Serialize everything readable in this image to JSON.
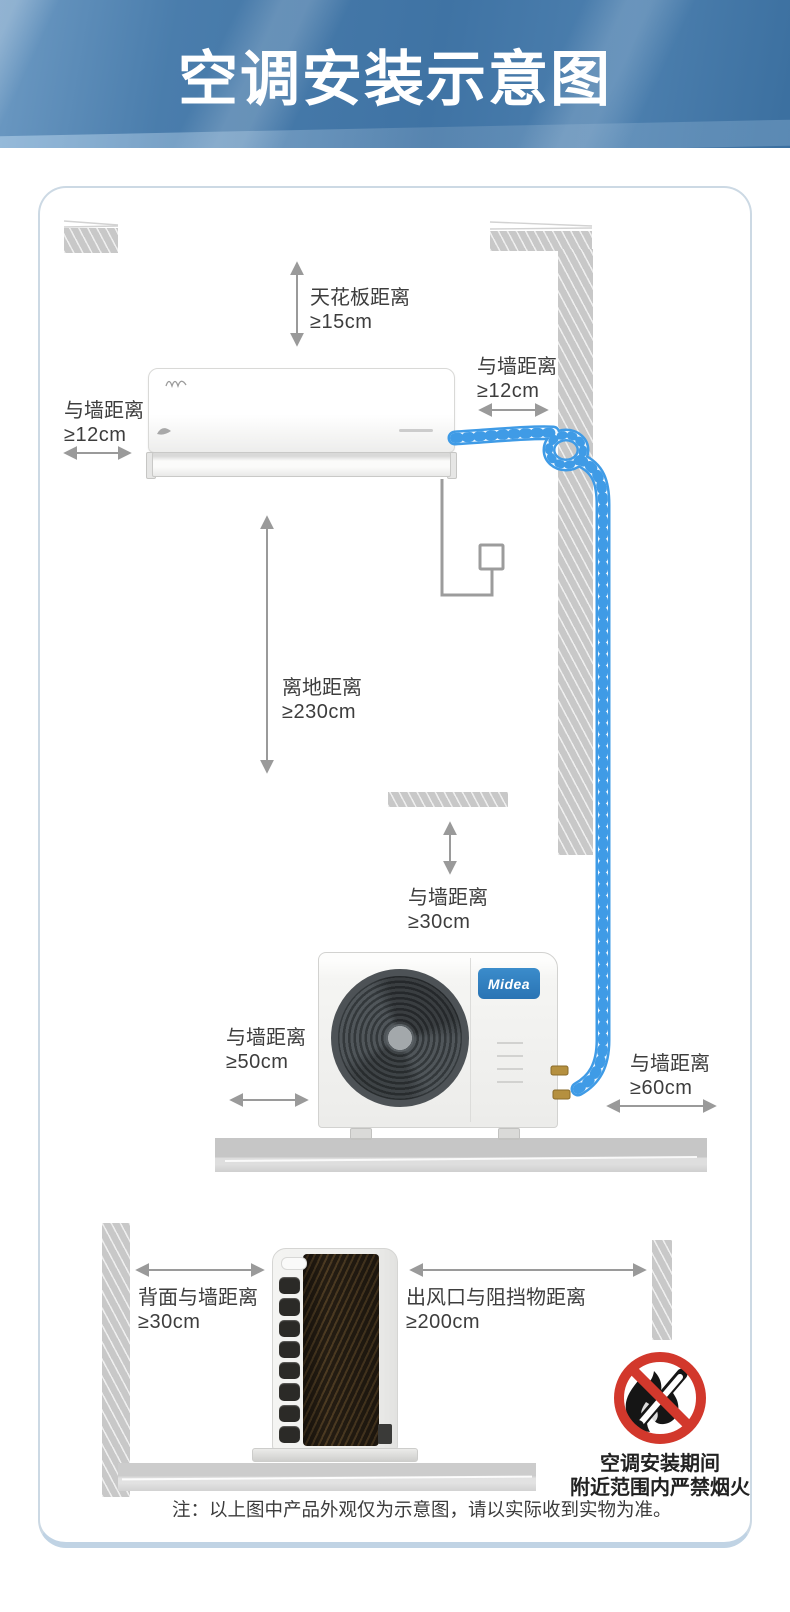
{
  "header": {
    "title": "空调安装示意图"
  },
  "indoor": {
    "ceiling": {
      "label": "天花板距离",
      "value": "≥15cm"
    },
    "wall_left": {
      "label": "与墙距离",
      "value": "≥12cm"
    },
    "wall_right": {
      "label": "与墙距离",
      "value": "≥12cm"
    },
    "floor": {
      "label": "离地距离",
      "value": "≥230cm"
    }
  },
  "outdoor": {
    "wall_top": {
      "label": "与墙距离",
      "value": "≥30cm"
    },
    "wall_left": {
      "label": "与墙距离",
      "value": "≥50cm"
    },
    "wall_right": {
      "label": "与墙距离",
      "value": "≥60cm"
    },
    "logo": "Midea"
  },
  "side_view": {
    "back_wall": {
      "label": "背面与墙距离",
      "value": "≥30cm"
    },
    "outlet": {
      "label": "出风口与阻挡物距离",
      "value": "≥200cm"
    },
    "fire_warning": {
      "line1": "空调安装期间",
      "line2": "附近范围内严禁烟火"
    }
  },
  "footnote": "注：以上图中产品外观仅为示意图，请以实际收到实物为准。",
  "colors": {
    "banner_blue": "#4a7dac",
    "pipe_blue": "#3f9be6",
    "midea_blue": "#2e7dc0",
    "warning_red": "#d2382c",
    "wall_gray": "#c8c8c8",
    "text_gray": "#3d3d3d"
  }
}
